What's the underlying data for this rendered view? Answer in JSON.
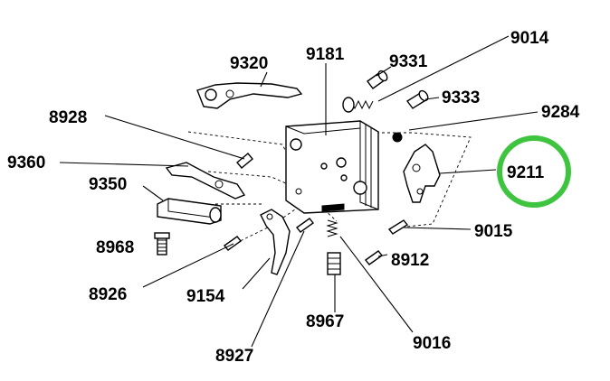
{
  "diagram": {
    "labels": {
      "p9014": "9014",
      "p9320": "9320",
      "p9181": "9181",
      "p9331": "9331",
      "p9333": "9333",
      "p8928": "8928",
      "p9284": "9284",
      "p9360": "9360",
      "p9211": "9211",
      "p9350": "9350",
      "p9015": "9015",
      "p8968": "8968",
      "p8912": "8912",
      "p8926": "8926",
      "p9154": "9154",
      "p8967": "8967",
      "p8927": "8927",
      "p9016": "9016"
    },
    "highlighted_part": "9211",
    "highlight_color": "#3ec43e",
    "line_color": "#000000"
  }
}
